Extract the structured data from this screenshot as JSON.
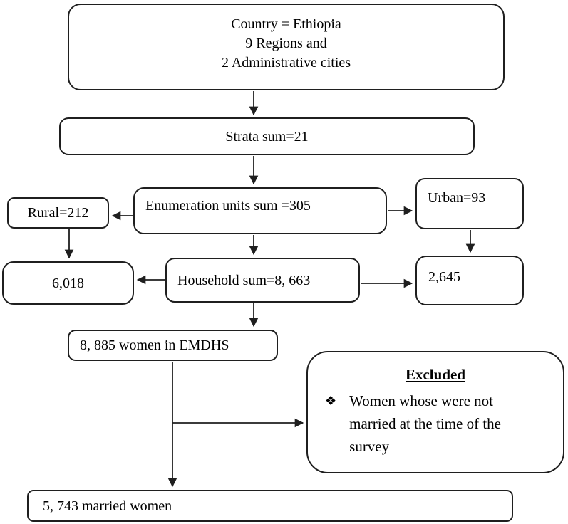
{
  "diagram": {
    "nodes": {
      "country": {
        "line1": "Country = Ethiopia",
        "line2": "9 Regions and",
        "line3": "2 Administrative cities"
      },
      "strata": {
        "label": "Strata sum=21"
      },
      "rural": {
        "label": "Rural=212"
      },
      "enumeration": {
        "label": "Enumeration units sum =305"
      },
      "urban": {
        "label": "Urban=93"
      },
      "rural_households": {
        "label": "6,018"
      },
      "household": {
        "label": "Household sum=8, 663"
      },
      "urban_households": {
        "label": "2,645"
      },
      "women_emdhs": {
        "label": "8, 885 women in EMDHS"
      },
      "excluded": {
        "title": "Excluded",
        "bullet": "❖",
        "text": "Women whose were not married at the time of the survey"
      },
      "married_women": {
        "label": "5, 743 married women"
      }
    },
    "colors": {
      "border": "#1f1f1f",
      "text": "#000000",
      "background": "#ffffff"
    }
  }
}
